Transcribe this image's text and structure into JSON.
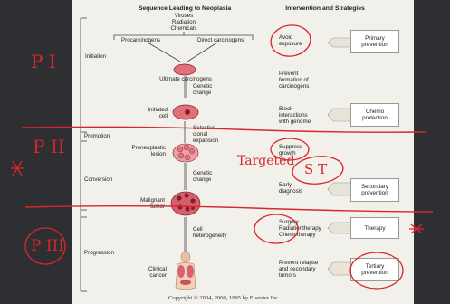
{
  "headers": {
    "sequence": "Sequence Leading to Neoplasia",
    "intervention": "Intervention and Strategies"
  },
  "stages": {
    "initiation": "Initiation",
    "promotion": "Promotion",
    "conversion": "Conversion",
    "progression": "Progression"
  },
  "agents": {
    "line1": "Viruses",
    "line2": "Radiation",
    "line3": "Chemicals",
    "procarcinogens": "Procarcinogens",
    "direct": "Direct carcinogens"
  },
  "steps": {
    "ultimate": "Ultimate carcinogens",
    "genetic1_l1": "Genetic",
    "genetic1_l2": "change",
    "initiated_l1": "Initiated",
    "initiated_l2": "cell",
    "selective_l1": "Selective",
    "selective_l2": "clonal",
    "selective_l3": "expansion",
    "preneo_l1": "Preneoplastic",
    "preneo_l2": "lesion",
    "genetic2_l1": "Genetic",
    "genetic2_l2": "change",
    "malignant_l1": "Malignant",
    "malignant_l2": "tumor",
    "hetero_l1": "Cell",
    "hetero_l2": "heterogeneity",
    "clinical_l1": "Clinical",
    "clinical_l2": "cancer"
  },
  "interventions": {
    "avoid_l1": "Avoid",
    "avoid_l2": "exposure",
    "prevent_l1": "Prevent",
    "prevent_l2": "formation of",
    "prevent_l3": "carcinogens",
    "block_l1": "Block",
    "block_l2": "interactions",
    "block_l3": "with genome",
    "suppress_l1": "Suppress",
    "suppress_l2": "growth",
    "early_l1": "Early",
    "early_l2": "diagnosis",
    "surgery_l1": "Surgery",
    "surgery_l2": "Radiationtherapy",
    "surgery_l3": "Chemotherapy",
    "relapse_l1": "Prevent relapse",
    "relapse_l2": "and secondary",
    "relapse_l3": "tumors"
  },
  "strategies": {
    "primary_l1": "Primary",
    "primary_l2": "prevention",
    "chemo_l1": "Chemo",
    "chemo_l2": "protection",
    "secondary_l1": "Secondary",
    "secondary_l2": "prevention",
    "therapy": "Therapy",
    "tertiary_l1": "Tertiary",
    "tertiary_l2": "prevention"
  },
  "copyright": "Copyright © 2004, 2000, 1995 by Elsevier Inc.",
  "annotations": {
    "p1": "P I",
    "p2": "P II",
    "p3": "P III",
    "targeted": "Targeted",
    "st": "S T"
  },
  "colors": {
    "ink": "#d8262a",
    "cell": "#e0707a",
    "nucleus": "#8a1e28",
    "arrow_fill": "#e8e4d8"
  }
}
